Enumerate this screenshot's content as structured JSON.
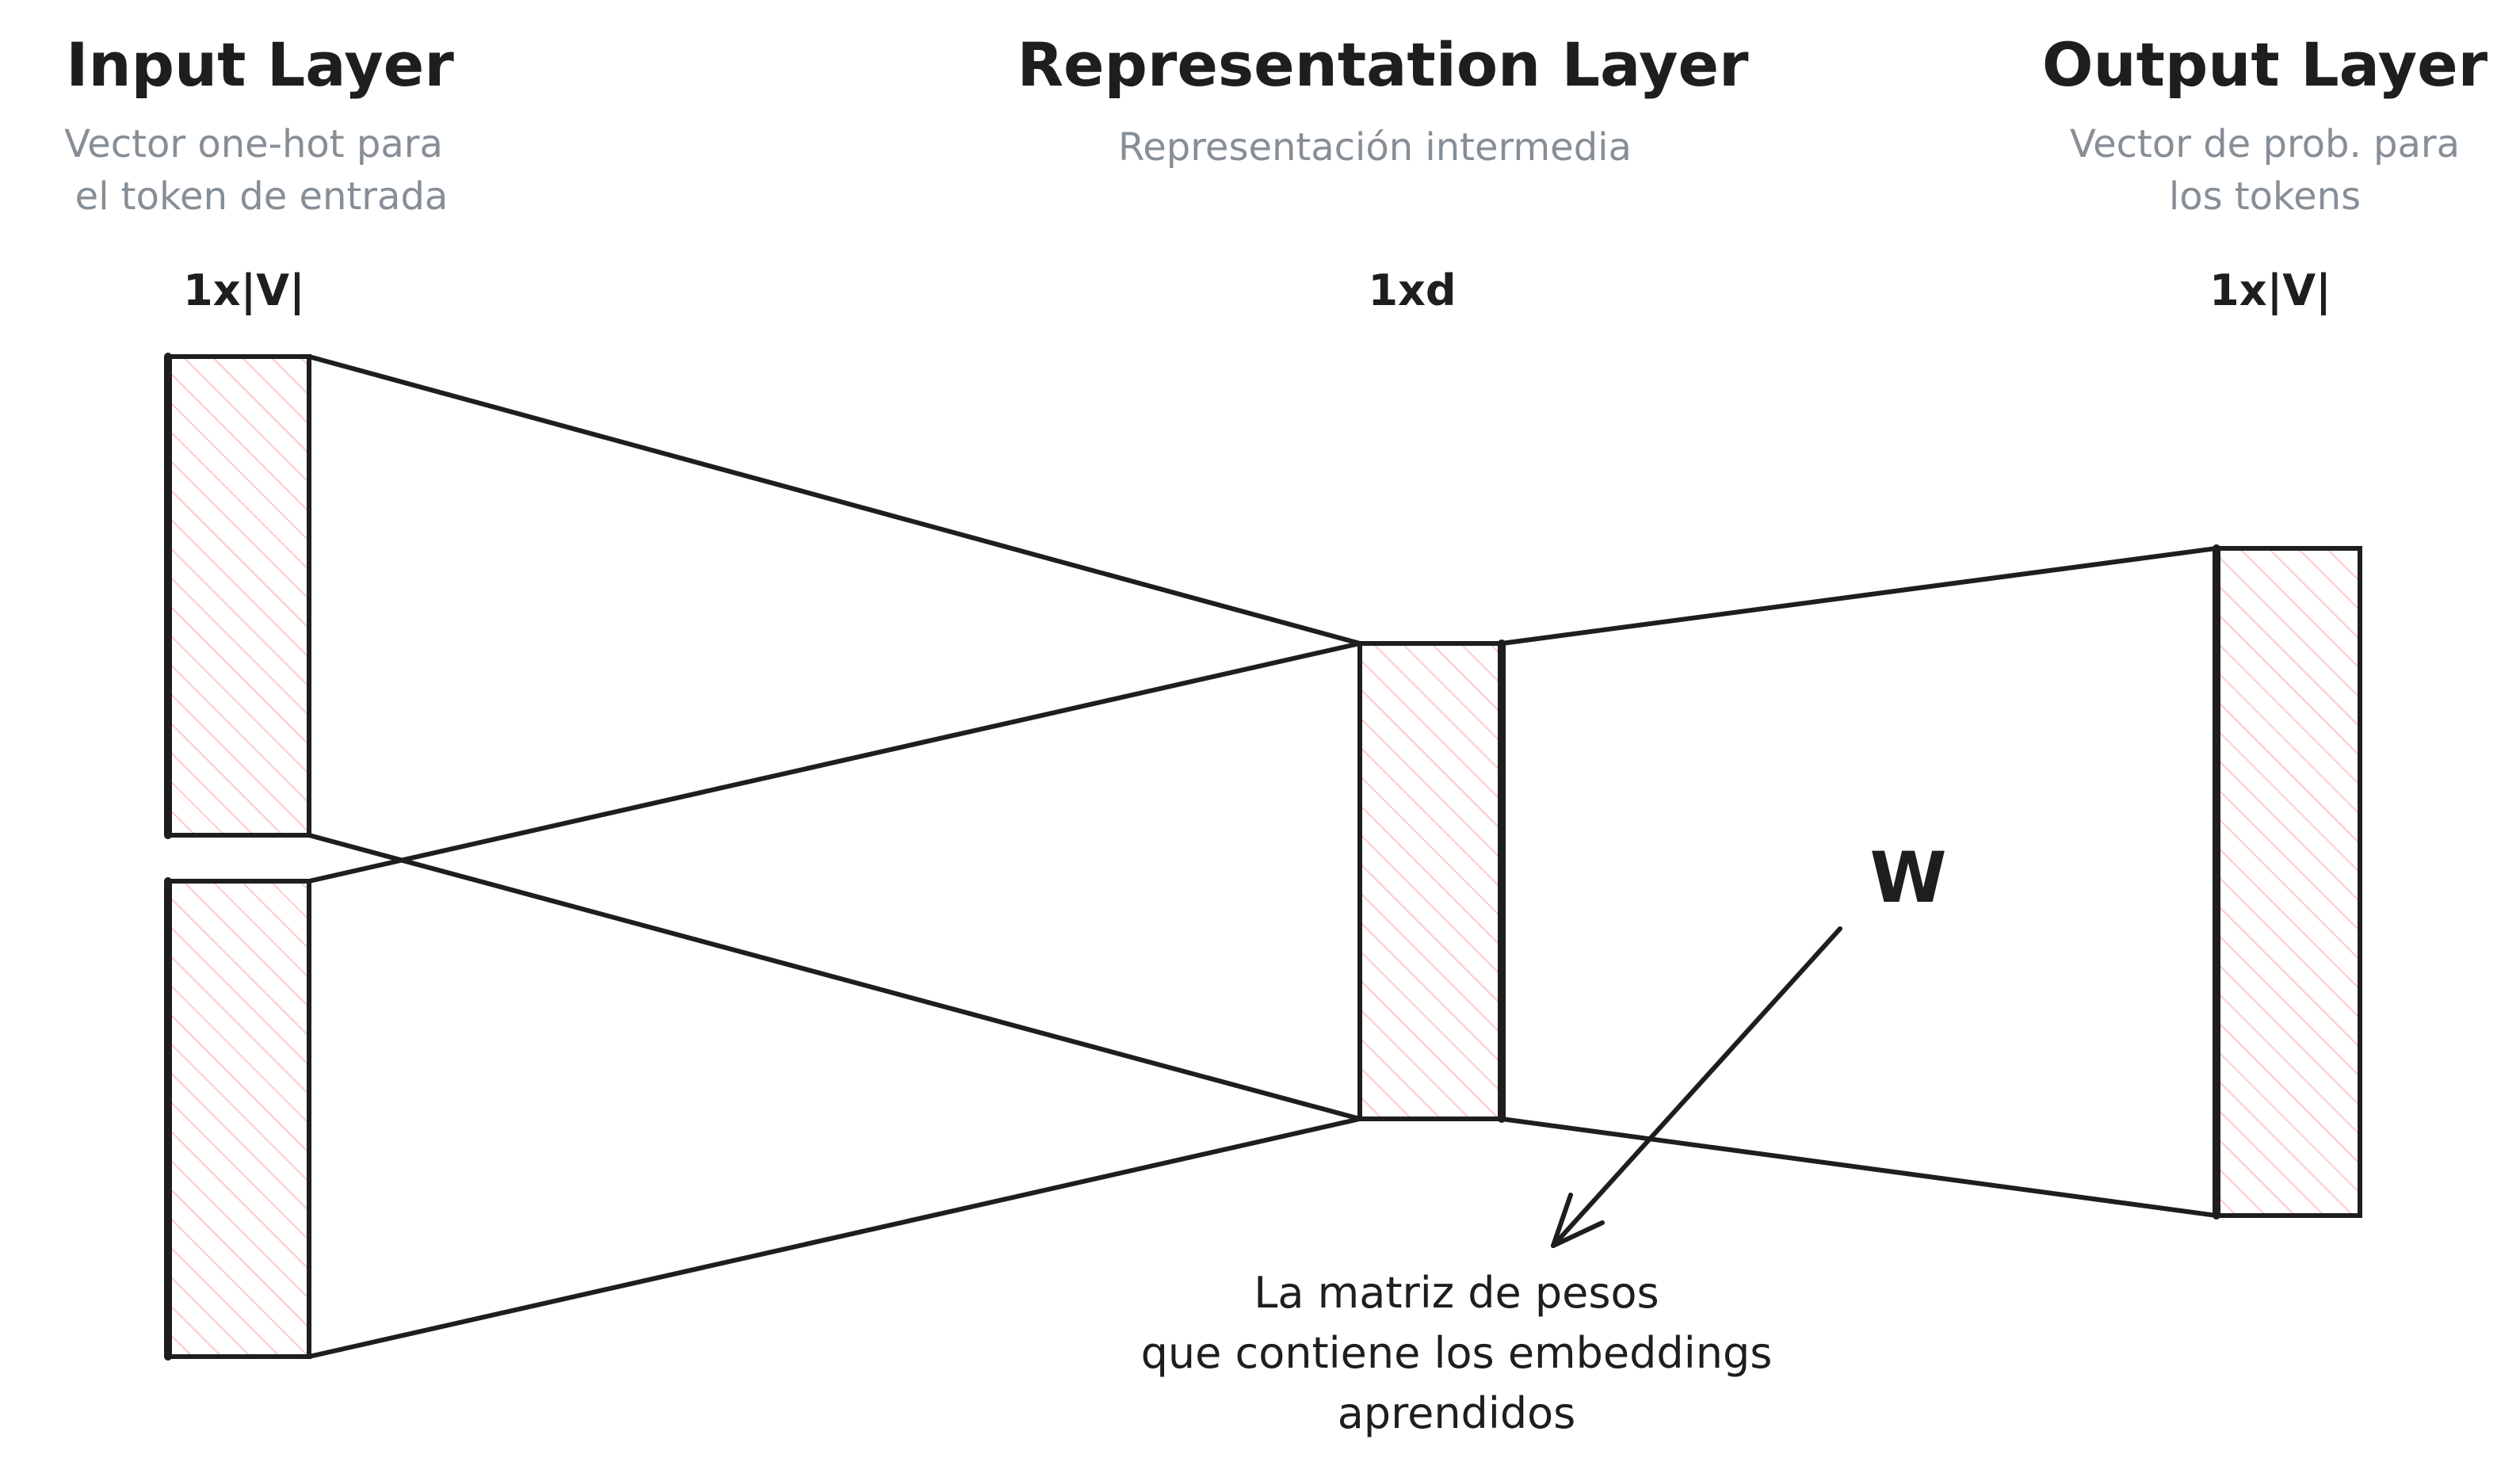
{
  "layers": [
    {
      "title": "Input Layer",
      "subtitle": [
        "Vector one-hot para",
        "el token de entrada"
      ],
      "dim": "1x|V|"
    },
    {
      "title": "Representation Layer",
      "subtitle": [
        "Representación intermedia"
      ],
      "dim": "1xd"
    },
    {
      "title": "Output Layer",
      "subtitle": [
        "Vector de prob. para",
        "los tokens"
      ],
      "dim": "1x|V|"
    }
  ],
  "weight_label": "W",
  "annotation": [
    "La matriz de pesos",
    "que contiene los embeddings",
    "aprendidos"
  ],
  "colors": {
    "stroke": "#1e1e1e",
    "hatch": "#ffc9c9",
    "subtitle": "#868e96"
  }
}
